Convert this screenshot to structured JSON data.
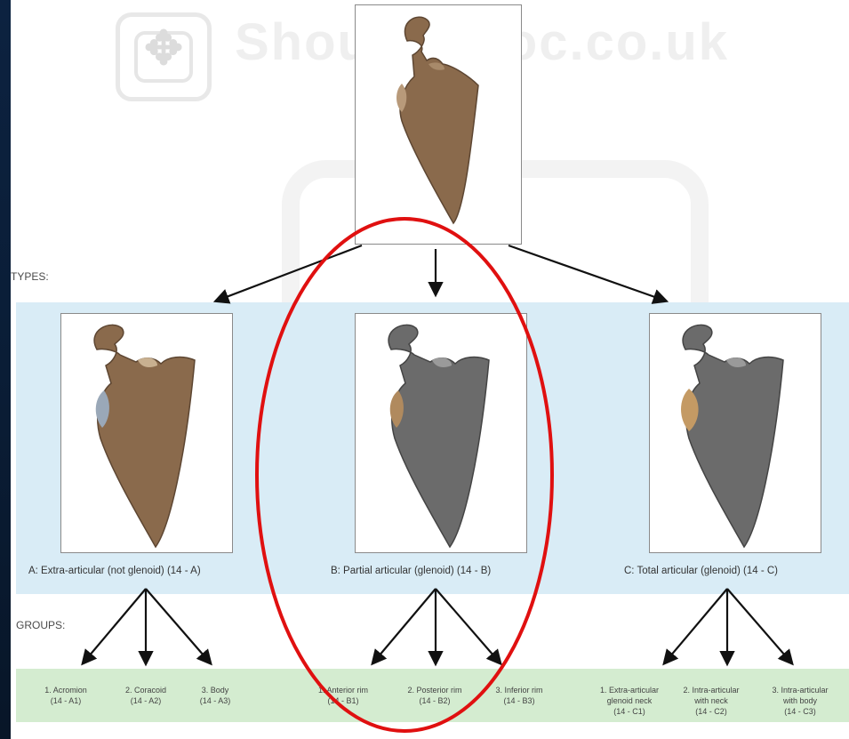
{
  "watermark": {
    "site": "Shoulderdoc.co.uk"
  },
  "labels": {
    "types": "TYPES:",
    "groups": "GROUPS:"
  },
  "types": [
    {
      "caption": "A: Extra-articular (not glenoid) (14 - A)",
      "tone": "brown"
    },
    {
      "caption": "B: Partial articular (glenoid) (14 - B)",
      "tone": "gray"
    },
    {
      "caption": "C: Total articular (glenoid) (14 - C)",
      "tone": "gray"
    }
  ],
  "groups": [
    {
      "line1": "1. Acromion",
      "line2": "(14 - A1)",
      "line3": ""
    },
    {
      "line1": "2. Coracoid",
      "line2": "(14 - A2)",
      "line3": ""
    },
    {
      "line1": "3. Body",
      "line2": "(14 - A3)",
      "line3": ""
    },
    {
      "line1": "1. Anterior rim",
      "line2": "(14 - B1)",
      "line3": ""
    },
    {
      "line1": "2. Posterior rim",
      "line2": "(14 - B2)",
      "line3": ""
    },
    {
      "line1": "3. Inferior rim",
      "line2": "(14 - B3)",
      "line3": ""
    },
    {
      "line1": "1. Extra-articular",
      "line2": "glenoid neck",
      "line3": "(14 - C1)"
    },
    {
      "line1": "2. Intra-articular",
      "line2": "with neck",
      "line3": "(14 - C2)"
    },
    {
      "line1": "3. Intra-articular",
      "line2": "with body",
      "line3": "(14 - C3)"
    }
  ],
  "colors": {
    "highlight_circle": "#e01010",
    "bone_brown": "#8a6a4c",
    "bone_gray": "#6b6b6b",
    "types_band": "#d9ecf6",
    "groups_band": "#d4ecd0",
    "background": "#0b1f3a"
  }
}
